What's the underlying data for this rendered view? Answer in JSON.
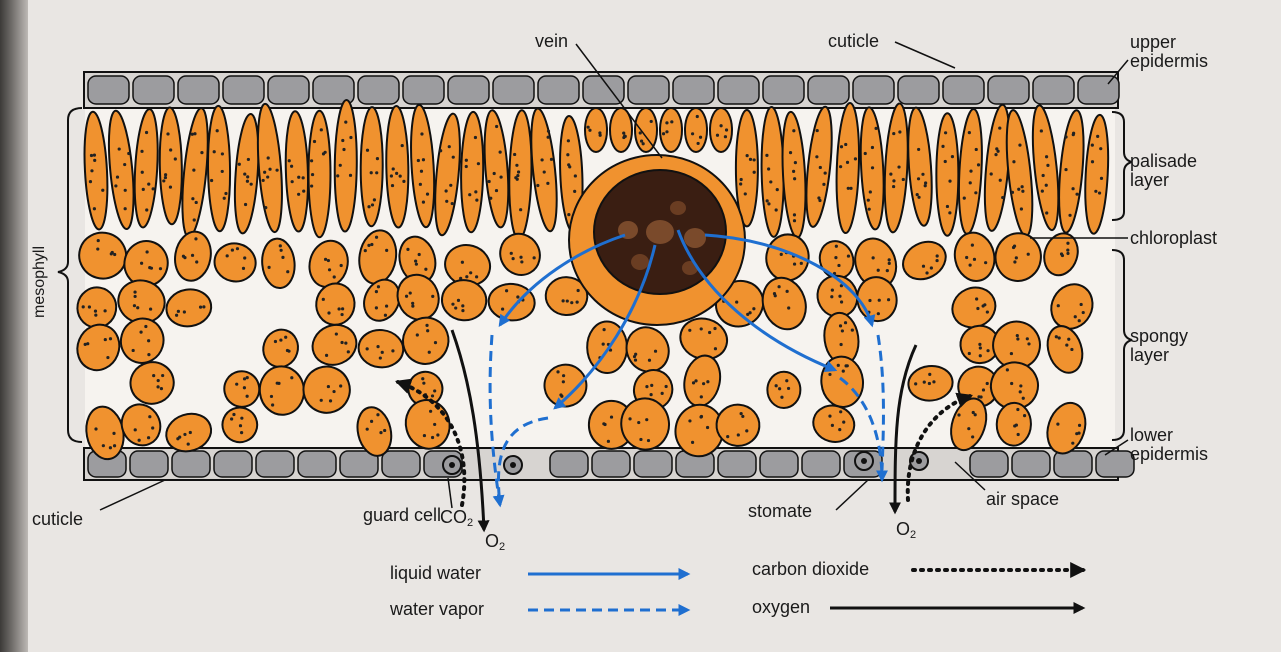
{
  "labels": {
    "vein": "vein",
    "cuticle_top": "cuticle",
    "upper_epidermis_1": "upper",
    "upper_epidermis_2": "epidermis",
    "palisade_1": "palisade",
    "palisade_2": "layer",
    "chloroplast": "chloroplast",
    "spongy_1": "spongy",
    "spongy_2": "layer",
    "lower_epidermis_1": "lower",
    "lower_epidermis_2": "epidermis",
    "air_space": "air space",
    "stomate": "stomate",
    "guard_cell": "guard cell",
    "cuticle_bottom": "cuticle",
    "mesophyll": "mesophyll",
    "co2": "CO",
    "co2_sub": "2",
    "o2_left": "O",
    "o2_left_sub": "2",
    "o2_right": "O",
    "o2_right_sub": "2"
  },
  "legend": {
    "liquid_water": "liquid water",
    "water_vapor": "water vapor",
    "carbon_dioxide": "carbon dioxide",
    "oxygen": "oxygen"
  },
  "colors": {
    "cell_fill": "#f0922f",
    "cell_outline": "#111111",
    "epidermis": "#9c9c9f",
    "vein": "#3a1e12",
    "water": "#1f6fd0",
    "background": "#e9e6e3"
  }
}
